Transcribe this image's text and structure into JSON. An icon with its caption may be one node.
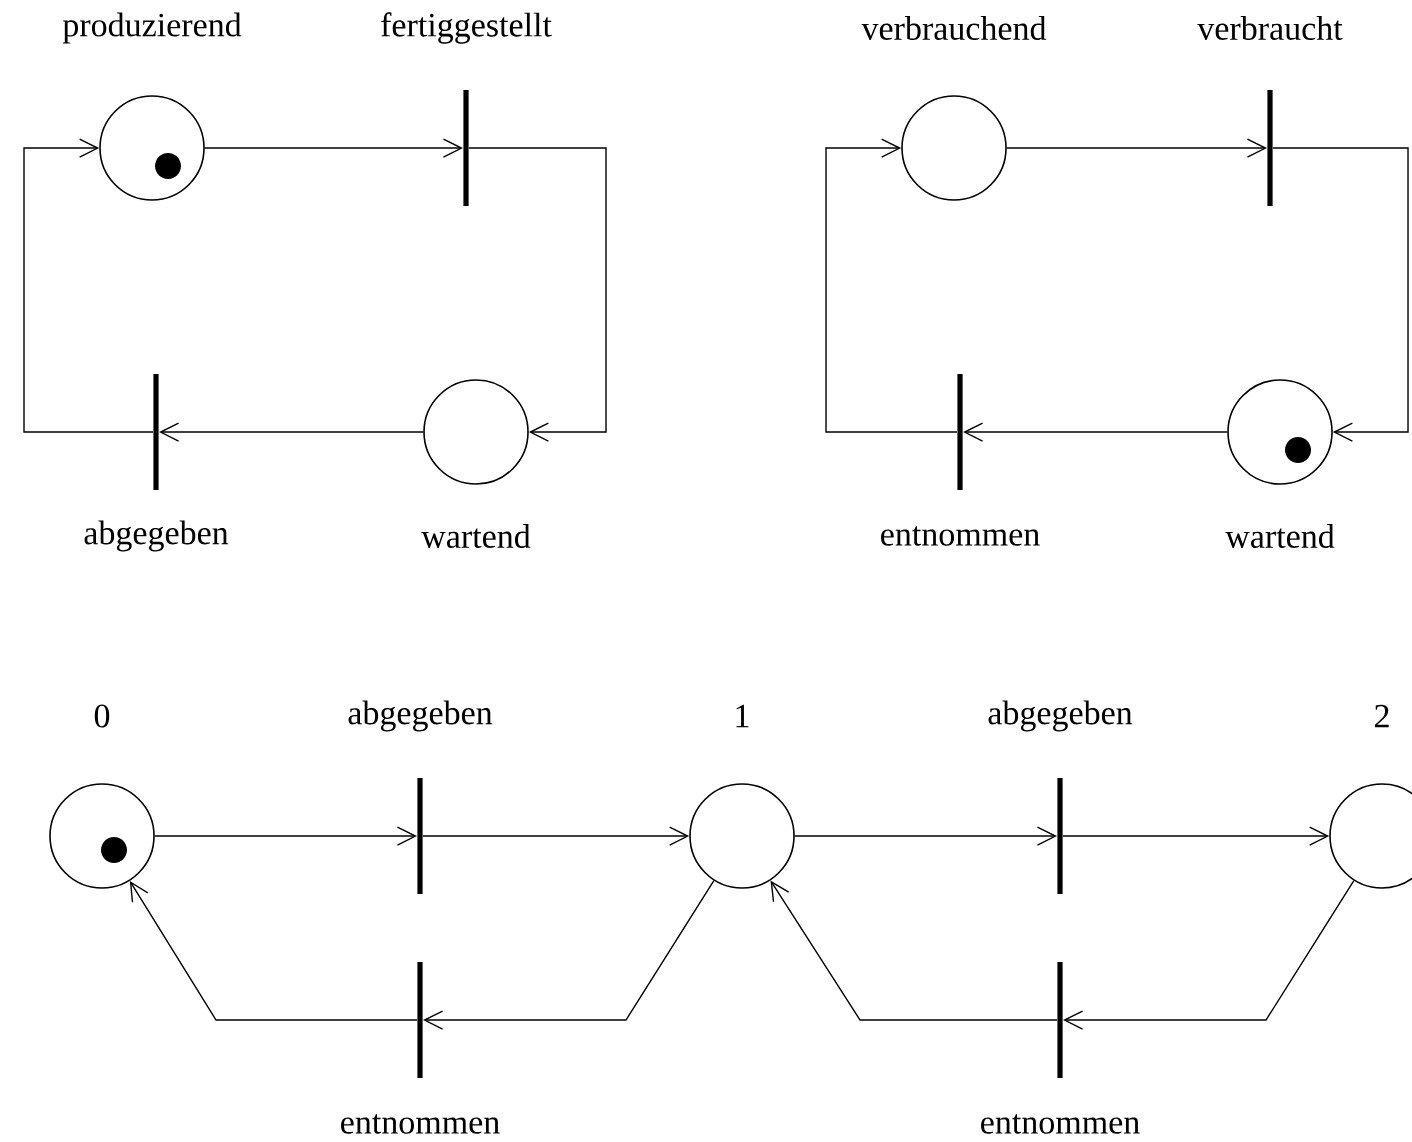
{
  "diagram": {
    "nodes": [
      {
        "text": [
          "produzierend"
        ]
      },
      {
        "text": [
          "fertiggestellt"
        ]
      },
      {
        "text": [
          "wartend"
        ]
      },
      {
        "text": [
          "abgegeben"
        ]
      },
      {
        "text": [
          "verbrauchend"
        ]
      },
      {
        "text": [
          "verbraucht"
        ]
      },
      {
        "text": [
          "wartend"
        ]
      },
      {
        "text": [
          "entnommen"
        ]
      },
      {
        "text": [
          "0"
        ]
      },
      {
        "text": [
          "abgegeben"
        ]
      },
      {
        "text": [
          "1"
        ]
      },
      {
        "text": [
          "abgegeben"
        ]
      },
      {
        "text": [
          "2"
        ]
      },
      {
        "text": [
          "entnommen"
        ]
      },
      {
        "text": [
          "entnommen"
        ]
      }
    ],
    "edges": [
      {
        "from": 0,
        "to": 1,
        "arrow": "to"
      },
      {
        "from": 1,
        "to": 2,
        "arrow": "to"
      },
      {
        "from": 2,
        "to": 3,
        "arrow": "to"
      },
      {
        "from": 3,
        "to": 0,
        "arrow": "to"
      },
      {
        "from": 4,
        "to": 5,
        "arrow": "to"
      },
      {
        "from": 5,
        "to": 6,
        "arrow": "to"
      },
      {
        "from": 6,
        "to": 7,
        "arrow": "to"
      },
      {
        "from": 7,
        "to": 4,
        "arrow": "to"
      },
      {
        "from": 8,
        "to": 9,
        "arrow": "to"
      },
      {
        "from": 9,
        "to": 10,
        "arrow": "to"
      },
      {
        "from": 10,
        "to": 11,
        "arrow": "to"
      },
      {
        "from": 11,
        "to": 12,
        "arrow": "to"
      },
      {
        "from": 10,
        "to": 13,
        "arrow": "to"
      },
      {
        "from": 13,
        "to": 8,
        "arrow": "to"
      },
      {
        "from": 12,
        "to": 14,
        "arrow": "to"
      },
      {
        "from": 14,
        "to": 10,
        "arrow": "to"
      }
    ]
  }
}
